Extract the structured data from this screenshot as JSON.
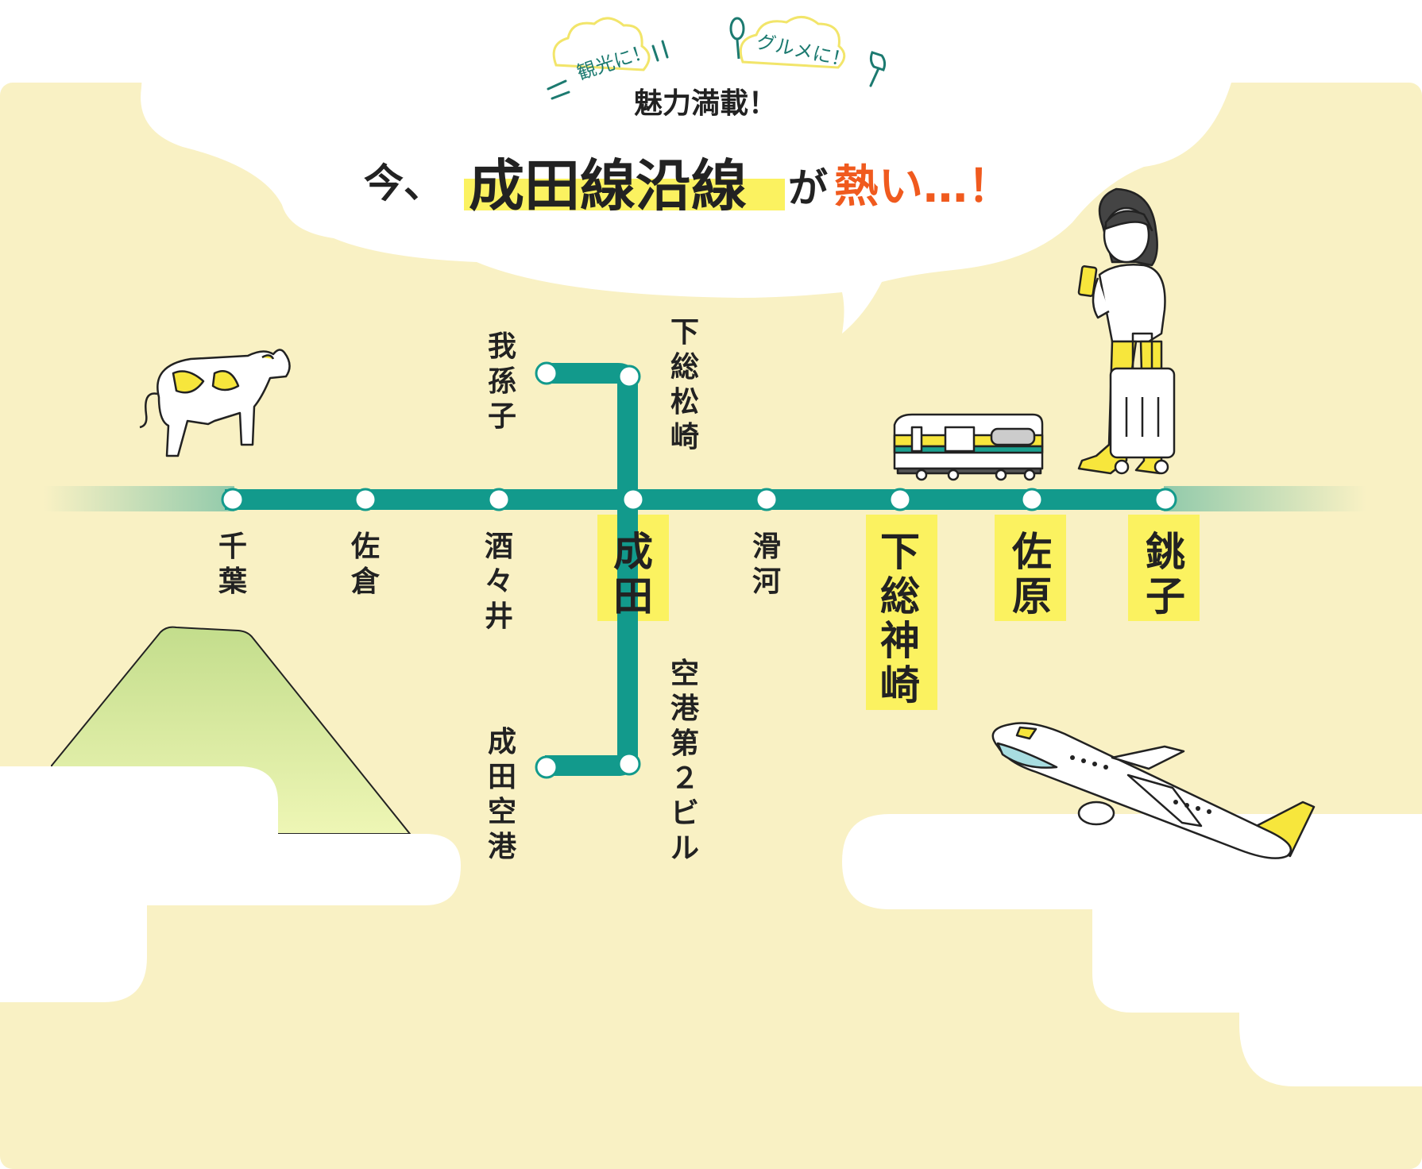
{
  "header": {
    "tag_left": "観光に！",
    "tag_right": "グルメに！",
    "subtitle": "魅力満載！",
    "title_prefix": "今、",
    "title_highlight": "成田線沿線",
    "title_particle": "が",
    "title_accent": "熱い…！"
  },
  "stations": [
    {
      "name": "千葉",
      "highlighted": false
    },
    {
      "name": "佐倉",
      "highlighted": false
    },
    {
      "name": "酒々井",
      "highlighted": false
    },
    {
      "name": "成田",
      "highlighted": true
    },
    {
      "name": "滑河",
      "highlighted": false
    },
    {
      "name": "下総神崎",
      "highlighted": true
    },
    {
      "name": "佐原",
      "highlighted": true
    },
    {
      "name": "銚子",
      "highlighted": true
    }
  ],
  "branch_up": {
    "stations": [
      "我孫子",
      "下総松崎"
    ]
  },
  "branch_down": {
    "stations": [
      "成田空港",
      "空港第２ビル"
    ]
  },
  "colors": {
    "background": "#f9f1c4",
    "line": "#129a8c",
    "highlight": "#fbf260",
    "accent": "#f05a1e",
    "cloud": "#ffffff",
    "mountain": "#cfe59a"
  },
  "icons": [
    "cow-icon",
    "mountain-icon",
    "train-icon",
    "traveler-icon",
    "airplane-icon",
    "spoon-icon",
    "fork-icon",
    "cloud-icon"
  ]
}
